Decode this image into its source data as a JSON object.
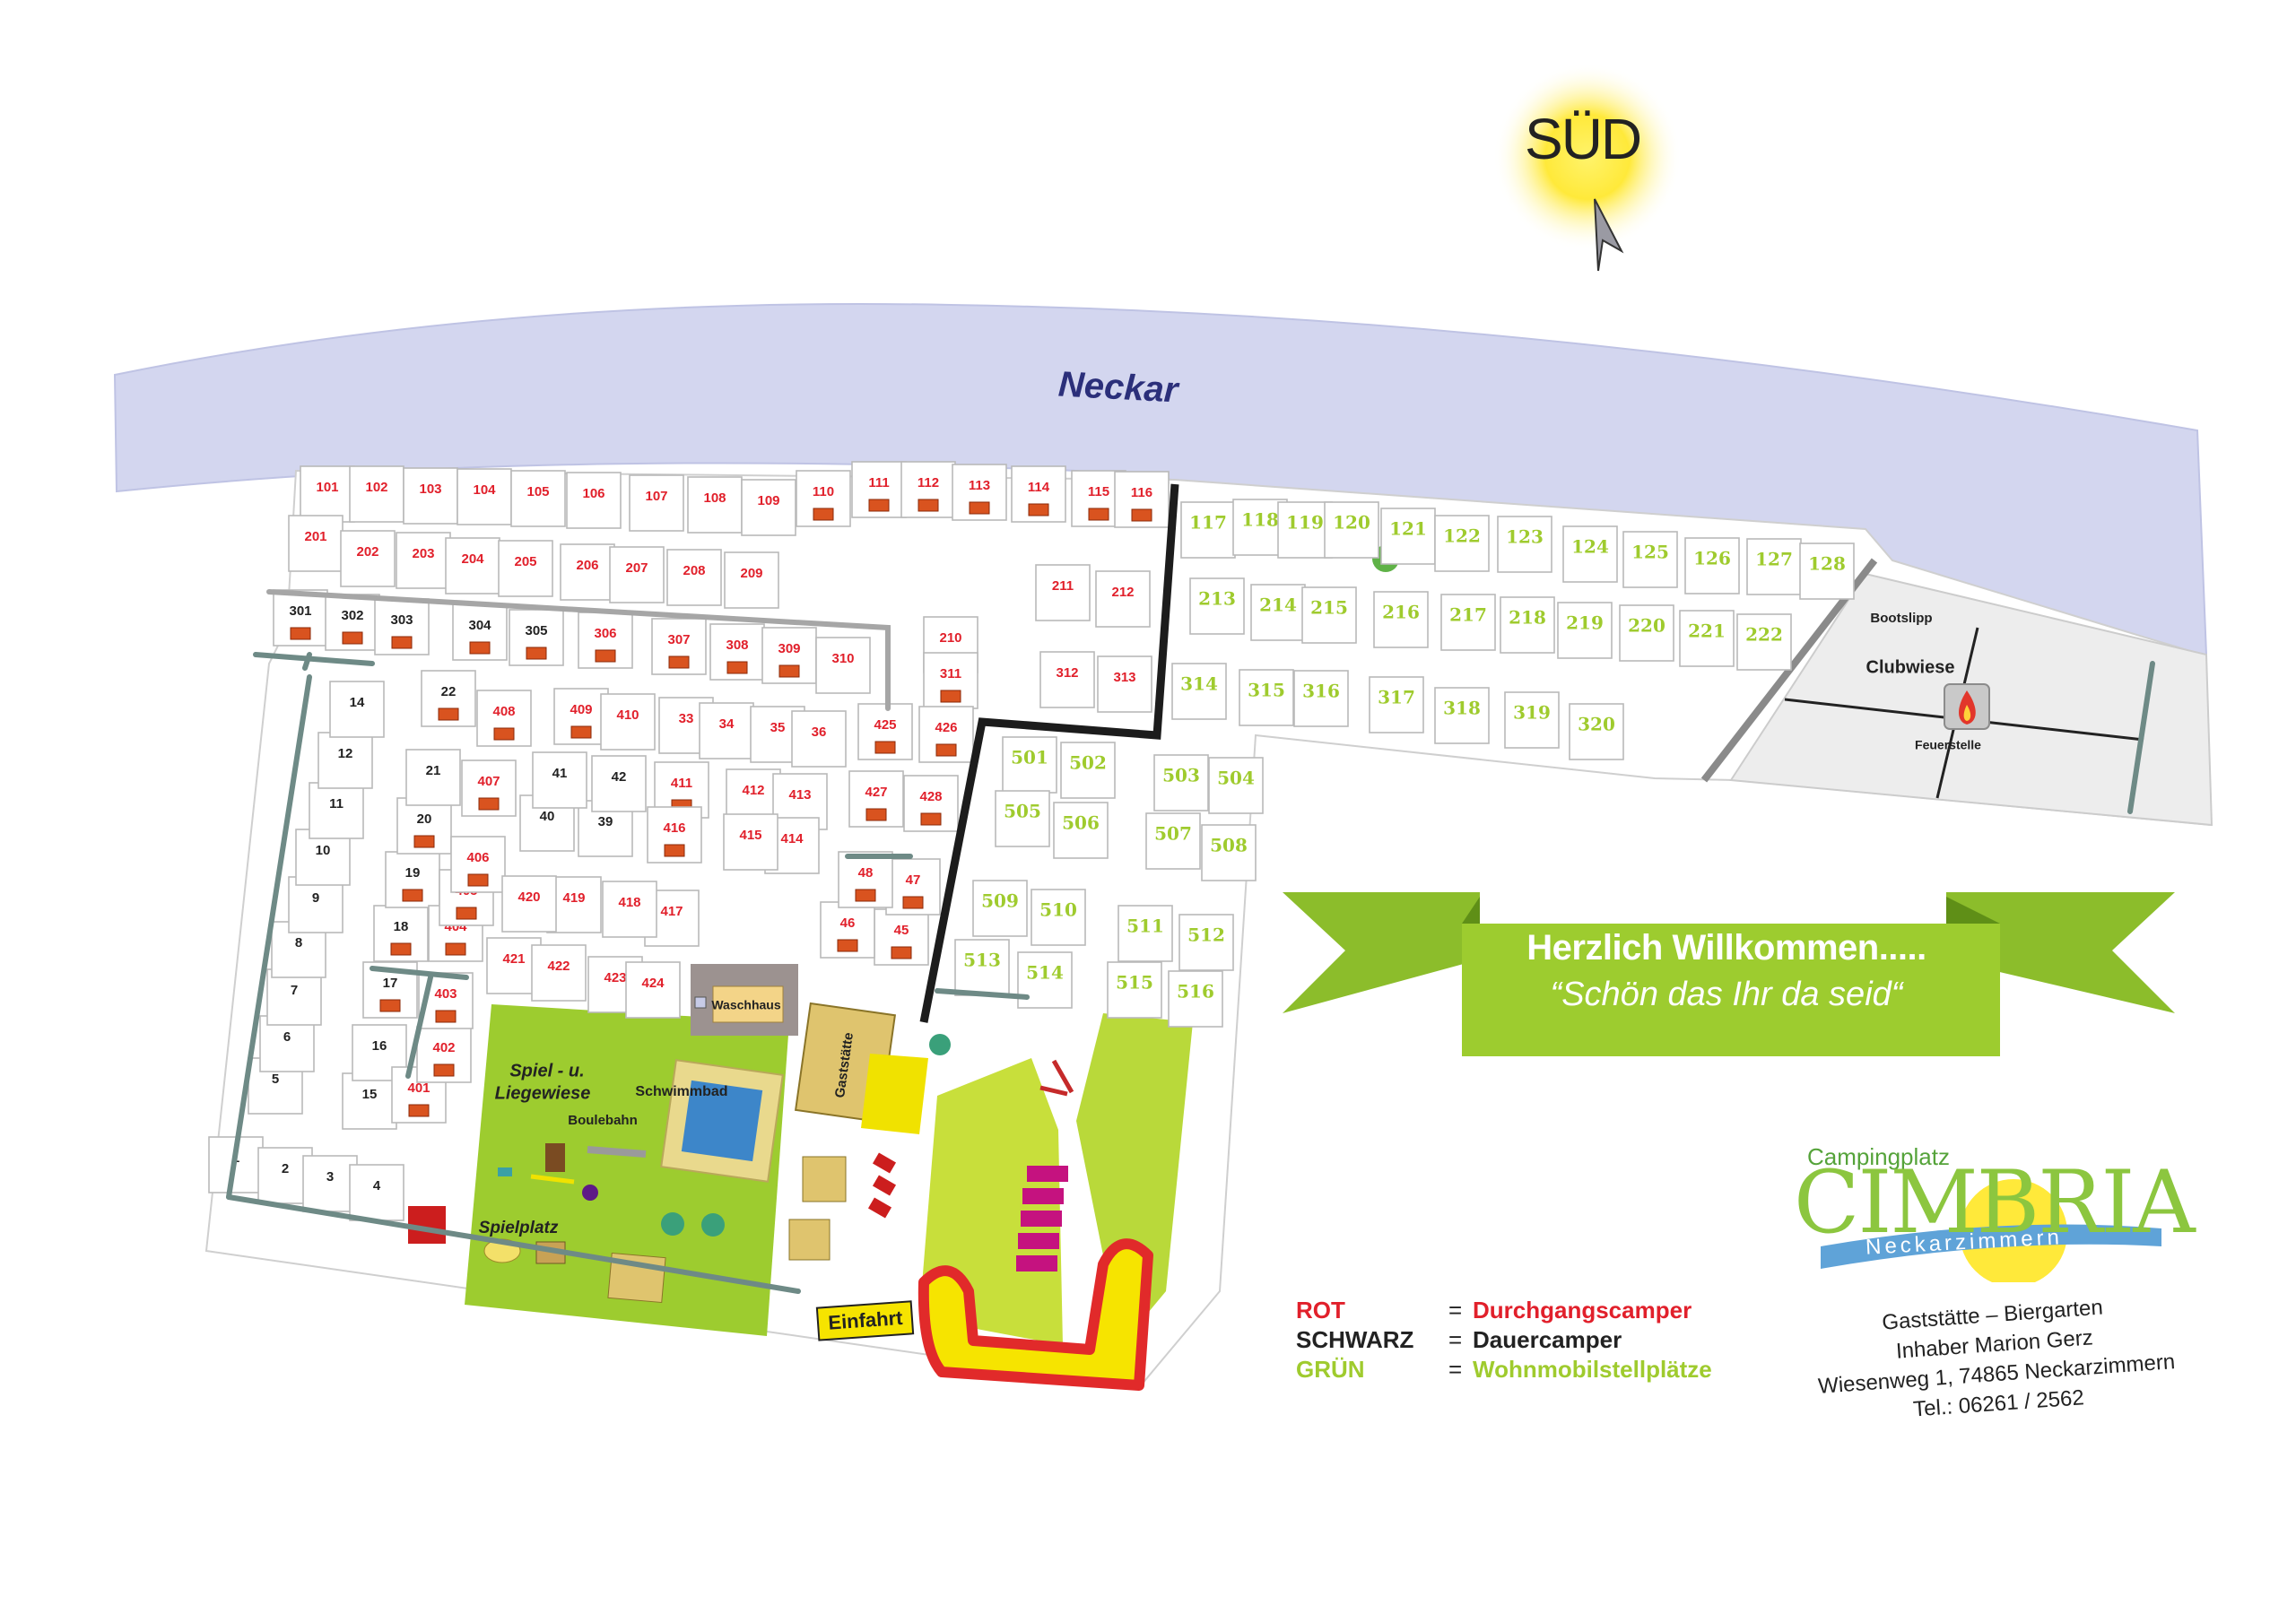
{
  "compass_label": "SÜD",
  "river_label": "Neckar",
  "colors": {
    "red": "#e1202b",
    "black": "#222222",
    "green": "#9fcb2e",
    "river": "#d3d6ef",
    "lawn": "#9dcc2f",
    "banner": "#9dcc2f"
  },
  "plots": {
    "red": [
      "101",
      "102",
      "103",
      "104",
      "105",
      "106",
      "107",
      "108",
      "109",
      "110",
      "111",
      "112",
      "113",
      "114",
      "115",
      "116",
      "201",
      "202",
      "203",
      "204",
      "205",
      "206",
      "207",
      "208",
      "209",
      "210",
      "211",
      "212",
      "306",
      "307",
      "308",
      "309",
      "310",
      "311",
      "312",
      "313",
      "401",
      "402",
      "403",
      "404",
      "405",
      "406",
      "407",
      "408",
      "409",
      "410",
      "33",
      "34",
      "35",
      "36",
      "411",
      "412",
      "413",
      "414",
      "415",
      "416",
      "417",
      "418",
      "419",
      "420",
      "421",
      "422",
      "423",
      "424",
      "425",
      "426",
      "427",
      "428",
      "45",
      "46",
      "47",
      "48"
    ],
    "black": [
      "301",
      "302",
      "303",
      "304",
      "305",
      "1",
      "2",
      "3",
      "4",
      "5",
      "6",
      "7",
      "8",
      "9",
      "10",
      "11",
      "12",
      "14",
      "15",
      "16",
      "17",
      "18",
      "19",
      "20",
      "21",
      "22",
      "39",
      "40",
      "41",
      "42"
    ],
    "green": [
      "117",
      "118",
      "119",
      "120",
      "121",
      "122",
      "123",
      "124",
      "125",
      "126",
      "127",
      "128",
      "213",
      "214",
      "215",
      "216",
      "217",
      "218",
      "219",
      "220",
      "221",
      "222",
      "314",
      "315",
      "316",
      "317",
      "318",
      "319",
      "320",
      "501",
      "502",
      "503",
      "504",
      "505",
      "506",
      "507",
      "508",
      "509",
      "510",
      "511",
      "512",
      "513",
      "514",
      "515",
      "516"
    ]
  },
  "facilities": {
    "waschhaus": "Waschhaus",
    "gaststaette": "Gaststätte",
    "schwimmbad": "Schwimmbad",
    "spielwiese_1": "Spiel - u.",
    "spielwiese_2": "Liegewiese",
    "boulebahn": "Boulebahn",
    "spielplatz": "Spielplatz",
    "einfahrt": "Einfahrt",
    "bootslipp": "Bootslipp",
    "clubwiese": "Clubwiese",
    "feuerstelle": "Feuerstelle"
  },
  "welcome": {
    "line1": "Herzlich Willkommen.....",
    "line2": "“Schön das Ihr da seid“"
  },
  "legend": [
    {
      "key": "ROT",
      "eq": "=",
      "value": "Durchgangscamper",
      "color": "#e1202b"
    },
    {
      "key": "SCHWARZ",
      "eq": "=",
      "value": "Dauercamper",
      "color": "#222222"
    },
    {
      "key": "GRÜN",
      "eq": "=",
      "value": "Wohnmobilstellplätze",
      "color": "#9fcb2e"
    }
  ],
  "brand": {
    "prefix": "Campingplatz",
    "name": "CIMBRIA",
    "place": "Neckarzimmern"
  },
  "address": {
    "line1": "Gaststätte – Biergarten",
    "line2": "Inhaber Marion Gerz",
    "line3": "Wiesenweg 1, 74865 Neckarzimmern",
    "line4": "Tel.: 06261 / 2562"
  }
}
